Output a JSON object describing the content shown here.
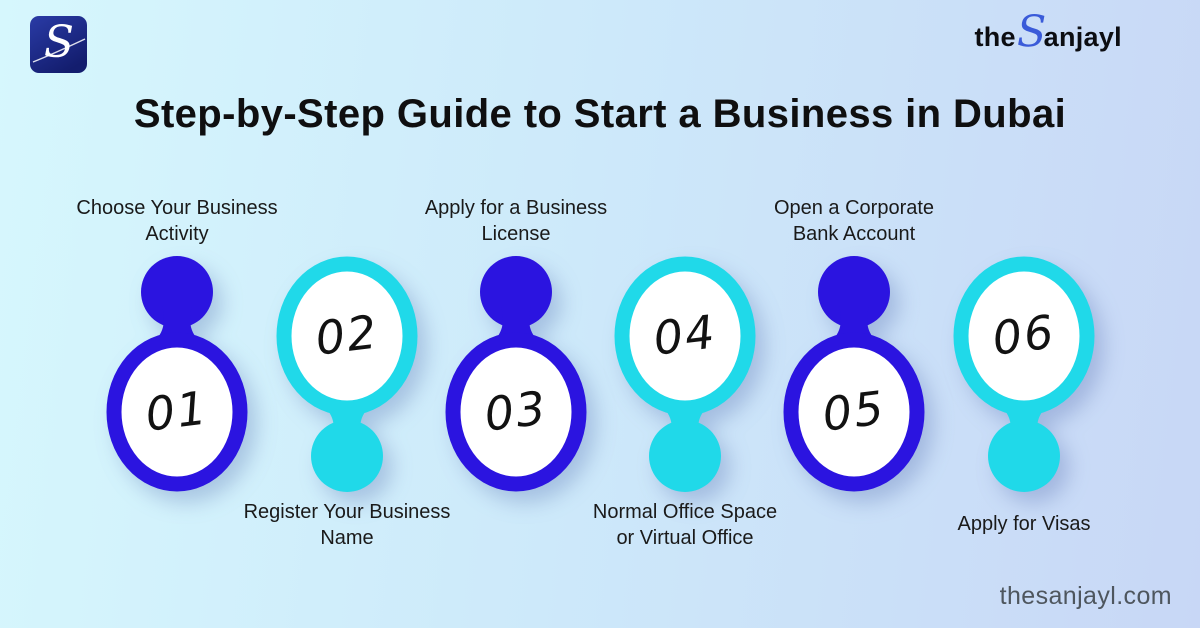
{
  "brand": {
    "logo_letter": "S",
    "name": {
      "prefix": "the",
      "script_letter": "S",
      "suffix": "anjayl"
    },
    "website": "thesanjayl.com"
  },
  "title": "Step-by-Step Guide to Start a Business in Dubai",
  "steps": [
    {
      "number": "01",
      "label": "Choose Your Business Activity",
      "lines": [
        "Choose Your Business",
        "Activity"
      ],
      "color": "#2b14e0",
      "label_position": "top"
    },
    {
      "number": "02",
      "label": "Register Your Business Name",
      "lines": [
        "Register Your Business",
        "Name"
      ],
      "color": "#20d9e9",
      "label_position": "bottom"
    },
    {
      "number": "03",
      "label": "Apply for a Business License",
      "lines": [
        "Apply for a Business",
        "License"
      ],
      "color": "#2b14e0",
      "label_position": "top"
    },
    {
      "number": "04",
      "label": "Normal Office Space or Virtual Office",
      "lines": [
        "Normal Office Space",
        "or Virtual Office"
      ],
      "color": "#20d9e9",
      "label_position": "bottom"
    },
    {
      "number": "05",
      "label": "Open a Corporate Bank Account",
      "lines": [
        "Open a Corporate",
        "Bank Account"
      ],
      "color": "#2b14e0",
      "label_position": "top"
    },
    {
      "number": "06",
      "label": "Apply for Visas",
      "lines": [
        "Apply for Visas"
      ],
      "color": "#20d9e9",
      "label_position": "bottom"
    }
  ],
  "colors": {
    "step_blue": "#2b14e0",
    "step_cyan": "#20d9e9",
    "bg_left": "#d6f7fd",
    "bg_mid": "#cde9fa",
    "bg_right": "#c8d7f6",
    "title_text": "#0f0f10",
    "label_text": "#1a1a1a",
    "footer_text": "#4e565e",
    "script_blue": "#3a5bd9",
    "logo_navy_1": "#2a3ba6",
    "logo_navy_2": "#131d6e"
  }
}
